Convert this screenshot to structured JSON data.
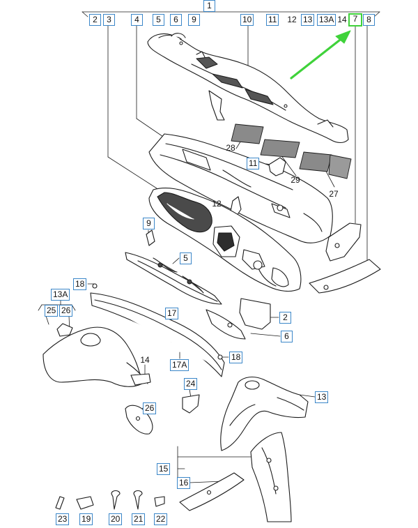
{
  "diagram": {
    "colors": {
      "outline": "#1a1a1a",
      "callout_border": "#3a86c8",
      "highlight": "#3fd23a",
      "shade": "#555555"
    },
    "top_label": "1",
    "top_row": [
      "2",
      "3",
      "4",
      "5",
      "6",
      "9",
      "10",
      "11",
      "12",
      "13",
      "13A",
      "14",
      "7",
      "8"
    ],
    "highlighted_label": "7",
    "callouts": [
      "9",
      "5",
      "18",
      "13A",
      "25",
      "26",
      "17",
      "2",
      "6",
      "17A",
      "18",
      "24",
      "13",
      "26",
      "15",
      "16",
      "23",
      "19",
      "20",
      "21",
      "22",
      "11",
      "12"
    ],
    "plain_labels": [
      "28",
      "29",
      "27",
      "14"
    ]
  }
}
